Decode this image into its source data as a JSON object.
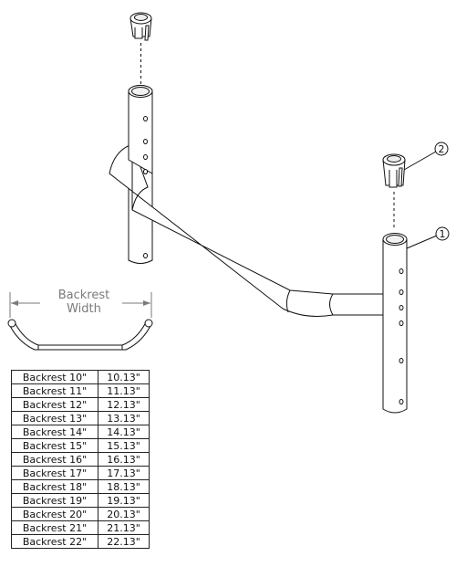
{
  "dimension_label": {
    "line1": "Backrest",
    "line2": "Width"
  },
  "callouts": [
    "1",
    "2"
  ],
  "size_table": {
    "rows": [
      {
        "backrest": "Backrest 10\"",
        "width": "10.13\""
      },
      {
        "backrest": "Backrest 11\"",
        "width": "11.13\""
      },
      {
        "backrest": "Backrest 12\"",
        "width": "12.13\""
      },
      {
        "backrest": "Backrest 13\"",
        "width": "13.13\""
      },
      {
        "backrest": "Backrest 14\"",
        "width": "14.13\""
      },
      {
        "backrest": "Backrest 15\"",
        "width": "15.13\""
      },
      {
        "backrest": "Backrest 16\"",
        "width": "16.13\""
      },
      {
        "backrest": "Backrest 17\"",
        "width": "17.13\""
      },
      {
        "backrest": "Backrest 18\"",
        "width": "18.13\""
      },
      {
        "backrest": "Backrest 19\"",
        "width": "19.13\""
      },
      {
        "backrest": "Backrest 20\"",
        "width": "20.13\""
      },
      {
        "backrest": "Backrest 21\"",
        "width": "21.13\""
      },
      {
        "backrest": "Backrest 22\"",
        "width": "22.13\""
      }
    ]
  }
}
